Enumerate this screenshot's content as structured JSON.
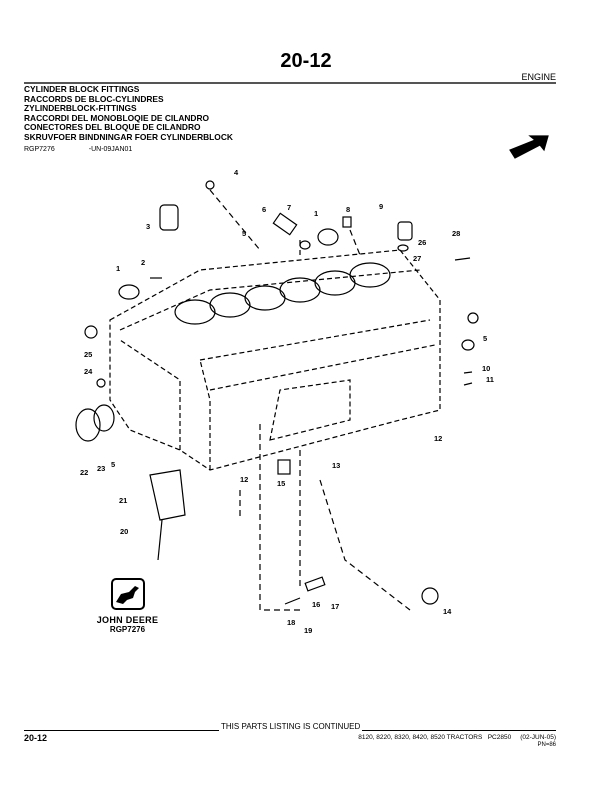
{
  "header": {
    "page_title": "20-12",
    "section": "ENGINE"
  },
  "headings": [
    "CYLINDER BLOCK FITTINGS",
    "RACCORDS DE BLOC-CYLINDRES",
    "ZYLINDERBLOCK-FITTINGS",
    "RACCORDI DEL MONOBLOQIE DE CILANDRO",
    "CONECTORES DEL BLOQUE DE CILANDRO",
    "SKRUVFOER BINDNINGAR FOER CYLINDERBLOCK"
  ],
  "figure_ref": {
    "id": "RGP7276",
    "code": "-UN-09JAN01"
  },
  "callouts": [
    "4",
    "3",
    "6",
    "7",
    "1",
    "8",
    "9",
    "5",
    "2",
    "1",
    "26",
    "27",
    "28",
    "25",
    "24",
    "5",
    "10",
    "11",
    "23",
    "22",
    "5",
    "12",
    "13",
    "12",
    "15",
    "21",
    "20",
    "14",
    "16",
    "17",
    "18",
    "19"
  ],
  "logo": {
    "brand": "JOHN DEERE",
    "figure": "RGP7276"
  },
  "footer": {
    "continued": "THIS PARTS LISTING IS CONTINUED",
    "page_number": "20-12",
    "models": "8120, 8220, 8320, 8420, 8520 TRACTORS   PC2850     (02-JUN-05)",
    "pn": "PN=86"
  }
}
